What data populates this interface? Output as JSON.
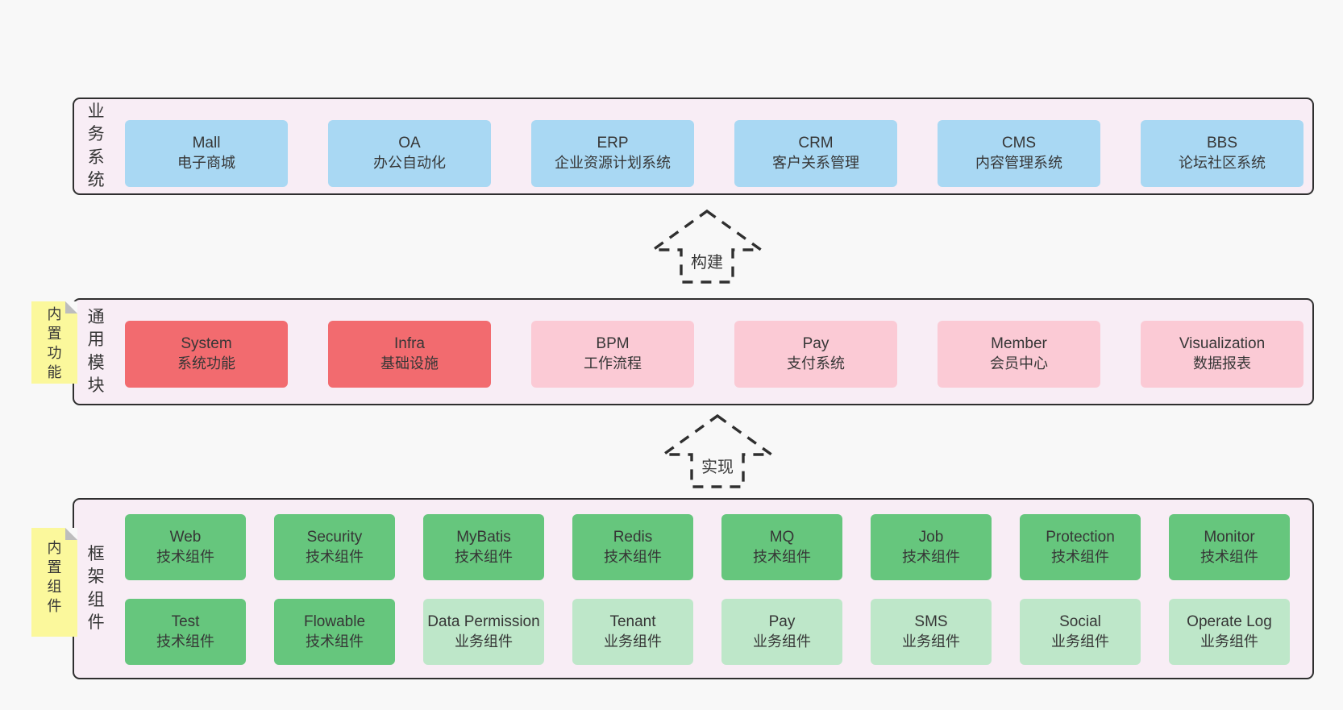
{
  "colors": {
    "page-bg": "#f8f8f8",
    "layer-bg": "#f8edf5",
    "border": "#2f2f2f",
    "text": "#363636",
    "blue": "#a9d8f3",
    "red": "#f26b6f",
    "pink": "#fbcad5",
    "green": "#66c67d",
    "light-green": "#bee7c9",
    "yellow": "#fbf89c",
    "fold": "#bdbdbd"
  },
  "arrows": [
    {
      "label": "构建"
    },
    {
      "label": "实现"
    }
  ],
  "layers": [
    {
      "label": "业务系统",
      "boxes": [
        {
          "title": "Mall",
          "subtitle": "电子商城",
          "variant": "blue"
        },
        {
          "title": "OA",
          "subtitle": "办公自动化",
          "variant": "blue"
        },
        {
          "title": "ERP",
          "subtitle": "企业资源计划系统",
          "variant": "blue"
        },
        {
          "title": "CRM",
          "subtitle": "客户关系管理",
          "variant": "blue"
        },
        {
          "title": "CMS",
          "subtitle": "内容管理系统",
          "variant": "blue"
        },
        {
          "title": "BBS",
          "subtitle": "论坛社区系统",
          "variant": "blue"
        }
      ]
    },
    {
      "label": "通用模块",
      "note": "内置功能",
      "boxes": [
        {
          "title": "System",
          "subtitle": "系统功能",
          "variant": "red"
        },
        {
          "title": "Infra",
          "subtitle": "基础设施",
          "variant": "red"
        },
        {
          "title": "BPM",
          "subtitle": "工作流程",
          "variant": "pink"
        },
        {
          "title": "Pay",
          "subtitle": "支付系统",
          "variant": "pink"
        },
        {
          "title": "Member",
          "subtitle": "会员中心",
          "variant": "pink"
        },
        {
          "title": "Visualization",
          "subtitle": "数据报表",
          "variant": "pink"
        }
      ]
    },
    {
      "label": "框架组件",
      "note": "内置组件",
      "rows": [
        [
          {
            "title": "Web",
            "subtitle": "技术组件",
            "variant": "green"
          },
          {
            "title": "Security",
            "subtitle": "技术组件",
            "variant": "green"
          },
          {
            "title": "MyBatis",
            "subtitle": "技术组件",
            "variant": "green"
          },
          {
            "title": "Redis",
            "subtitle": "技术组件",
            "variant": "green"
          },
          {
            "title": "MQ",
            "subtitle": "技术组件",
            "variant": "green"
          },
          {
            "title": "Job",
            "subtitle": "技术组件",
            "variant": "green"
          },
          {
            "title": "Protection",
            "subtitle": "技术组件",
            "variant": "green"
          },
          {
            "title": "Monitor",
            "subtitle": "技术组件",
            "variant": "green"
          }
        ],
        [
          {
            "title": "Test",
            "subtitle": "技术组件",
            "variant": "green"
          },
          {
            "title": "Flowable",
            "subtitle": "技术组件",
            "variant": "green"
          },
          {
            "title": "Data Permission",
            "subtitle": "业务组件",
            "variant": "light-green"
          },
          {
            "title": "Tenant",
            "subtitle": "业务组件",
            "variant": "light-green"
          },
          {
            "title": "Pay",
            "subtitle": "业务组件",
            "variant": "light-green"
          },
          {
            "title": "SMS",
            "subtitle": "业务组件",
            "variant": "light-green"
          },
          {
            "title": "Social",
            "subtitle": "业务组件",
            "variant": "light-green"
          },
          {
            "title": "Operate Log",
            "subtitle": "业务组件",
            "variant": "light-green"
          }
        ]
      ]
    }
  ]
}
